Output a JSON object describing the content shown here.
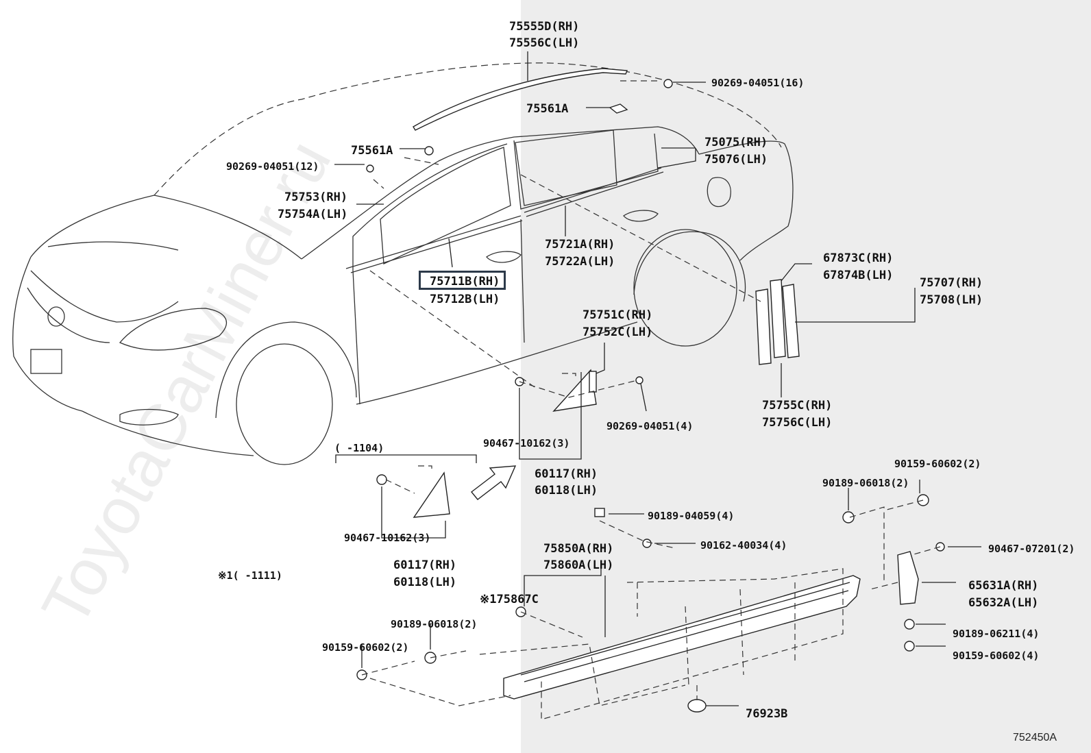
{
  "watermark": "ToyotaCarMiner.ru",
  "figure_code": "752450A",
  "parts": {
    "p75555": [
      "75555D(RH)",
      "75556C(LH)"
    ],
    "p90269_16": "90269-04051(16)",
    "p75561A_top": "75561A",
    "p75561A_left": "75561A",
    "p90269_12": "90269-04051(12)",
    "p75075": [
      "75075(RH)",
      "75076(LH)"
    ],
    "p75753": [
      "75753(RH)",
      "75754A(LH)"
    ],
    "p75721": [
      "75721A(RH)",
      "75722A(LH)"
    ],
    "p75711": [
      "75711B(RH)",
      "75712B(LH)"
    ],
    "p67873": [
      "67873C(RH)",
      "67874B(LH)"
    ],
    "p75707": [
      "75707(RH)",
      "75708(LH)"
    ],
    "p75751": [
      "75751C(RH)",
      "75752C(LH)"
    ],
    "p75755": [
      "75755C(RH)",
      "75756C(LH)"
    ],
    "p90269_4": "90269-04051(4)",
    "p90467_3a": "90467-10162(3)",
    "p60117a": [
      "60117(RH)",
      "60118(LH)"
    ],
    "range_1104": "(     -1104)",
    "p90467_3b": "90467-10162(3)",
    "p60117b": [
      "60117(RH)",
      "60118(LH)"
    ],
    "note_1111": "※1(     -1111)",
    "p90159_2_right": "90159-60602(2)",
    "p90189_2_right": "90189-06018(2)",
    "p90189_04059": "90189-04059(4)",
    "p90162": "90162-40034(4)",
    "p75850": [
      "75850A(RH)",
      "75860A(LH)"
    ],
    "p90467_07201": "90467-07201(2)",
    "p65631": [
      "65631A(RH)",
      "65632A(LH)"
    ],
    "p75867": "※175867C",
    "p90189_2_left": "90189-06018(2)",
    "p90159_2_left": "90159-60602(2)",
    "p90189_06211": "90189-06211(4)",
    "p90159_4": "90159-60602(4)",
    "p76923": "76923B"
  }
}
